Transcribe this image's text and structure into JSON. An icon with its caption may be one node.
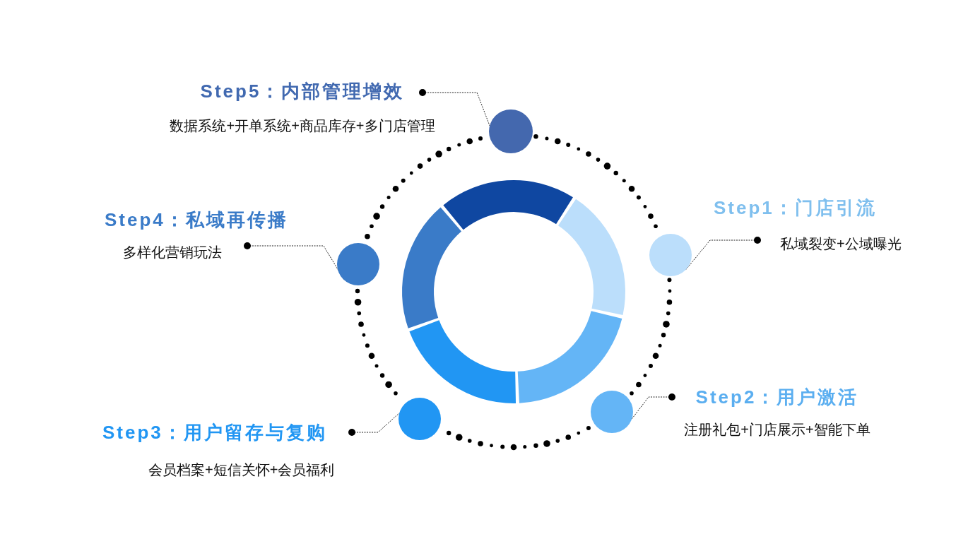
{
  "diagram": {
    "nodes": [
      {
        "text": [
          "Step5：内部管理增效",
          "数据系统+开单系统+商品库存+多门店管理"
        ]
      },
      {
        "text": [],
        "shape": "circle"
      },
      {
        "text": [
          "Step1：门店引流",
          "私域裂变+公域曝光"
        ]
      },
      {
        "text": [],
        "shape": "circle"
      },
      {
        "text": [
          "Step4：私域再传播",
          "多样化营销玩法"
        ]
      },
      {
        "text": [],
        "shape": "circle"
      },
      {
        "text": [
          "Step2：用户激活",
          "注册礼包+门店展示+智能下单"
        ]
      },
      {
        "text": [],
        "shape": "circle"
      },
      {
        "text": [
          "Step3：用户留存与复购",
          "会员档案+短信关怀+会员福利"
        ]
      },
      {
        "text": [],
        "shape": "circle"
      }
    ],
    "edges": [
      {
        "from": 0,
        "to": 1,
        "arrow": "other",
        "style": "dashed"
      },
      {
        "from": 2,
        "to": 3,
        "arrow": "other",
        "style": "dashed"
      },
      {
        "from": 4,
        "to": 5,
        "arrow": "other",
        "style": "dashed"
      },
      {
        "from": 6,
        "to": 7,
        "arrow": "other",
        "style": "dashed"
      },
      {
        "from": 8,
        "to": 9,
        "arrow": "other",
        "style": "dashed"
      }
    ]
  }
}
